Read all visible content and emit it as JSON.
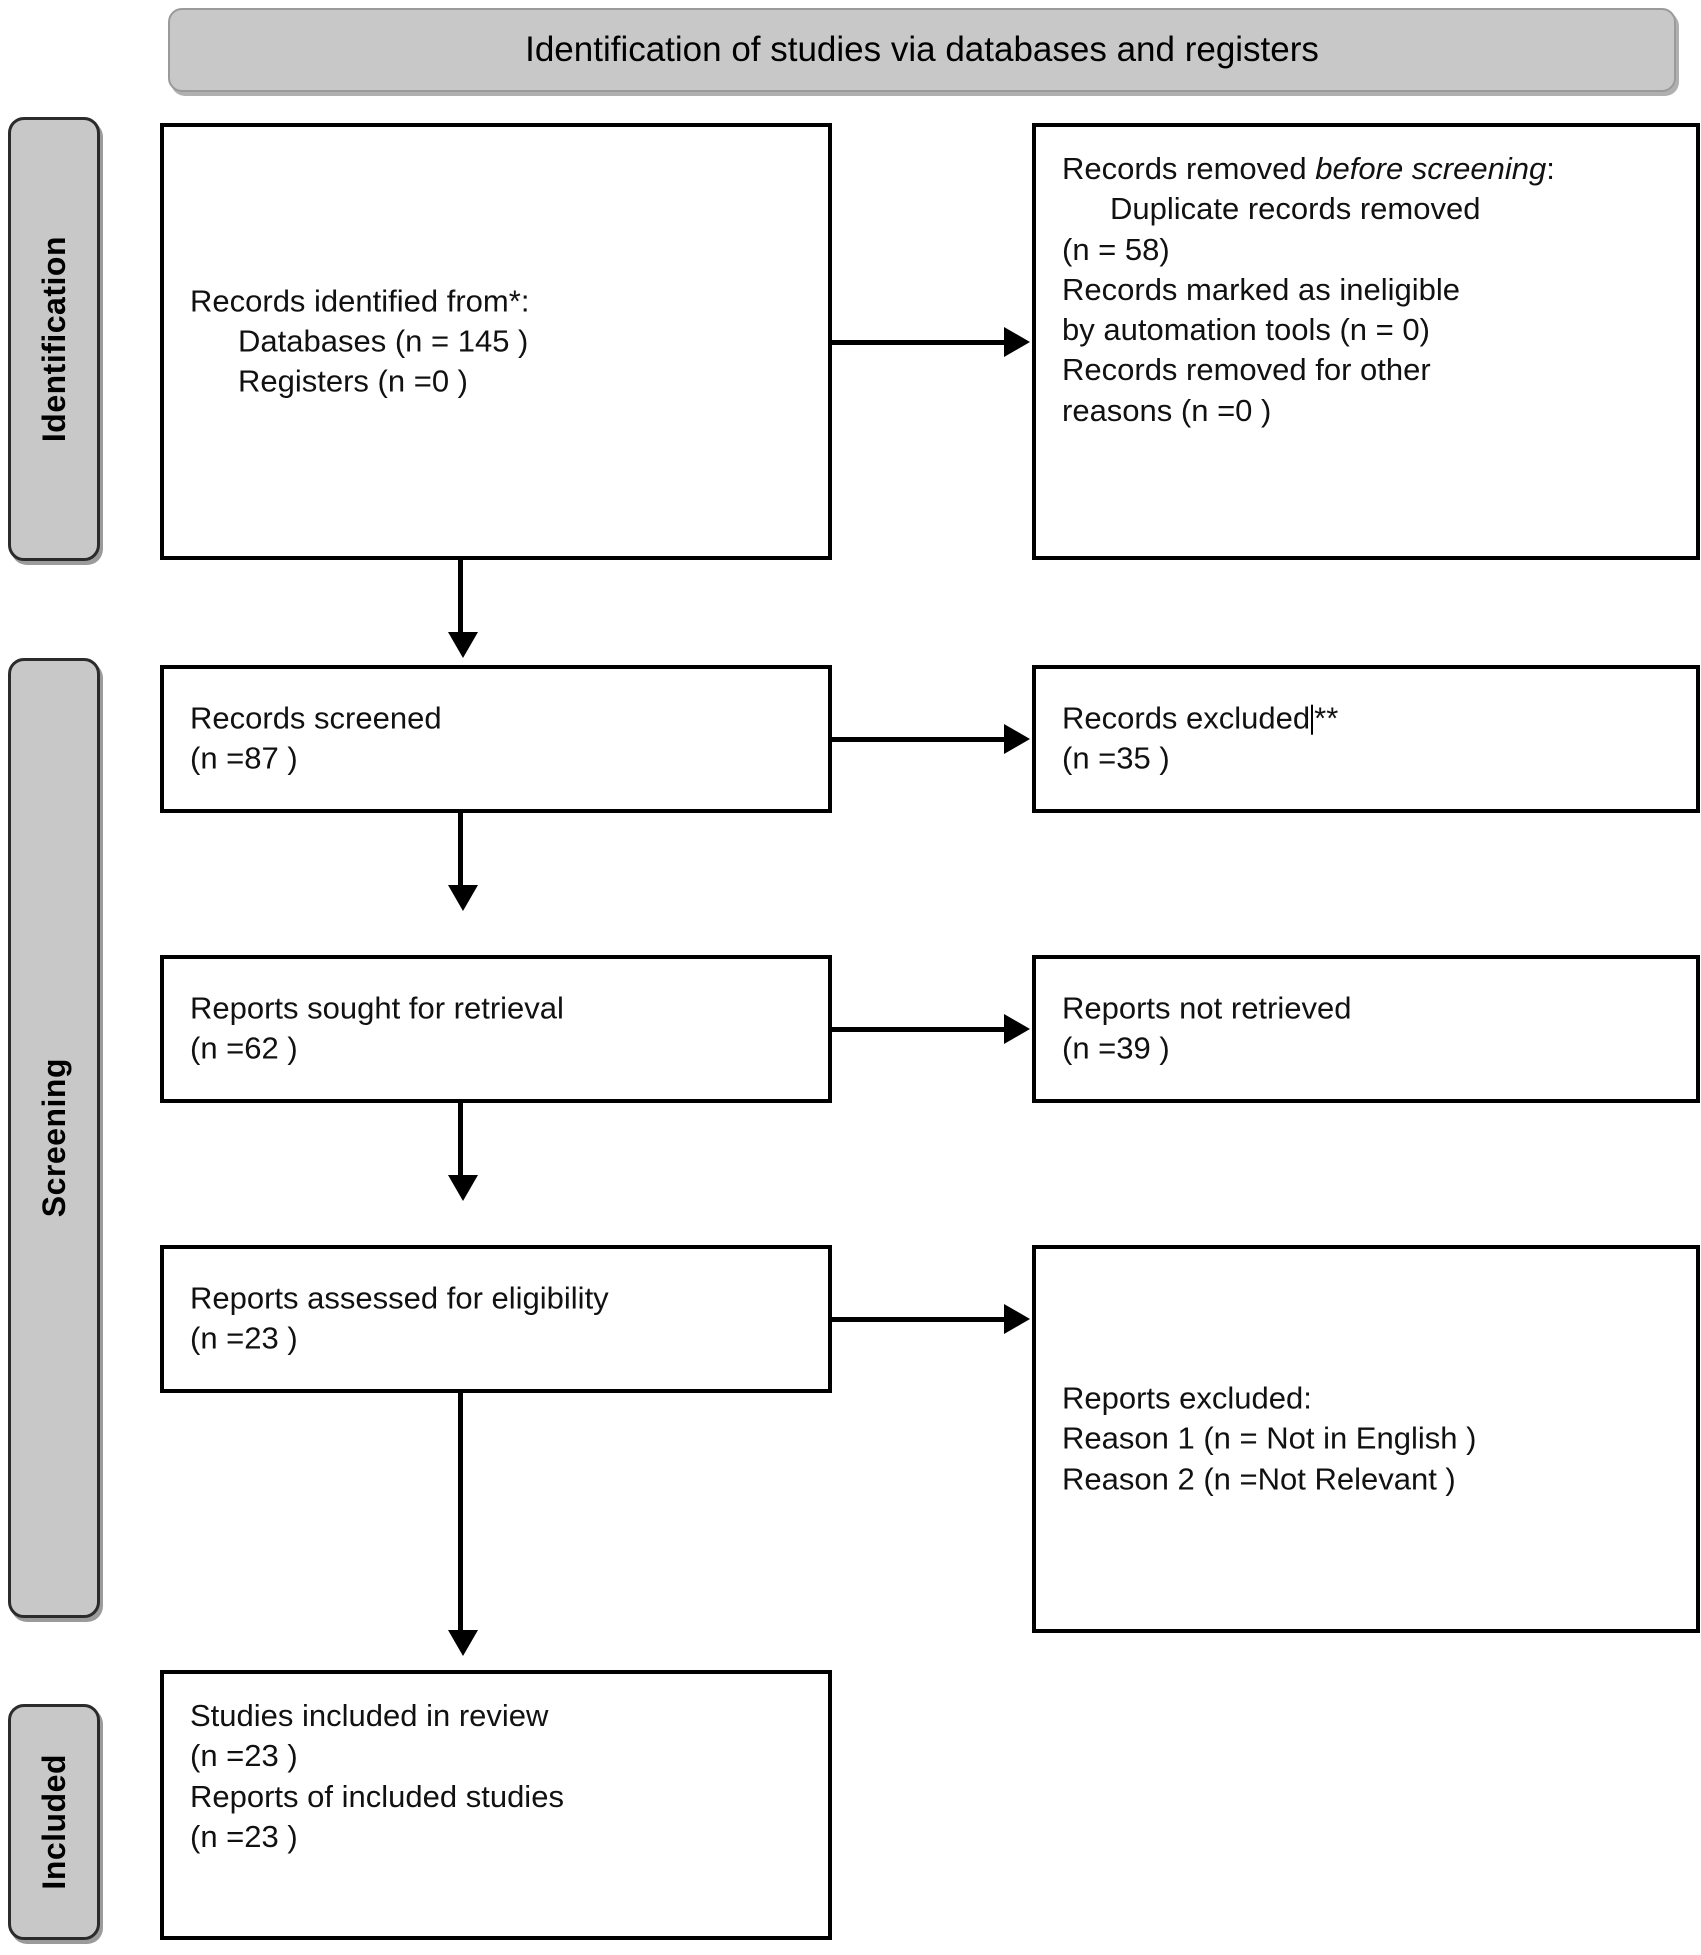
{
  "banner": {
    "title": "Identification of studies via databases and registers"
  },
  "stages": [
    {
      "id": "identification",
      "label": "Identification"
    },
    {
      "id": "screening",
      "label": "Screening"
    },
    {
      "id": "included",
      "label": "Included"
    }
  ],
  "boxes": {
    "identified": {
      "title": "Records identified from*:",
      "line_databases": "Databases (n = 145 )",
      "line_registers": "Registers (n =0 )"
    },
    "removed": {
      "title_prefix": "Records removed ",
      "title_italic": "before screening",
      "title_suffix": ":",
      "line_duplicate": "Duplicate records removed",
      "line_duplicate_n": "(n = 58)",
      "line_ineligible": "Records marked as ineligible",
      "line_ineligible_2": "by automation tools (n = 0)",
      "line_other": "Records removed for other",
      "line_other_2": "reasons (n =0 )"
    },
    "screened": {
      "title": "Records screened",
      "count": "(n =87 )"
    },
    "excluded": {
      "title": "Records excluded",
      "title_marker": "**",
      "count": "(n =35 )"
    },
    "sought": {
      "title": "Reports sought for retrieval",
      "count": "(n =62 )"
    },
    "not_retrieved": {
      "title": "Reports not retrieved",
      "count": "(n =39 )"
    },
    "assessed": {
      "title": "Reports assessed for eligibility",
      "count": "(n =23 )"
    },
    "reports_excluded": {
      "title": "Reports excluded:",
      "reason1": "Reason 1 (n = Not in English )",
      "reason2": "Reason 2 (n =Not Relevant )"
    },
    "included": {
      "title_studies": "Studies included in review",
      "count_studies": "(n =23 )",
      "title_reports": "Reports of included studies",
      "count_reports": "(n =23 )"
    }
  },
  "colors": {
    "banner_fill": "#c8c8c8",
    "stage_fill": "#c8c8c8",
    "box_border": "#000000",
    "text": "#111111",
    "page_background": "#ffffff"
  }
}
